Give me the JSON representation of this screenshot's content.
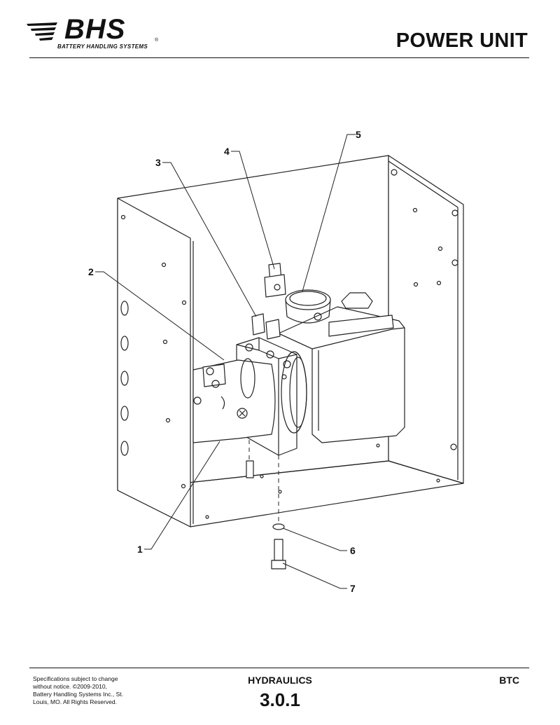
{
  "header": {
    "logo_text": "BHS",
    "logo_registered": "®",
    "logo_tagline": "BATTERY HANDLING SYSTEMS",
    "title": "POWER UNIT"
  },
  "callouts": [
    "1",
    "2",
    "3",
    "4",
    "5",
    "6",
    "7"
  ],
  "footer": {
    "disclaimer": "Specifications subject to change without notice. ©2009-2010, Battery Handling Systems Inc., St. Louis, MO. All Rights Reserved.",
    "section": "HYDRAULICS",
    "page_number": "3.0.1",
    "model": "BTC"
  }
}
